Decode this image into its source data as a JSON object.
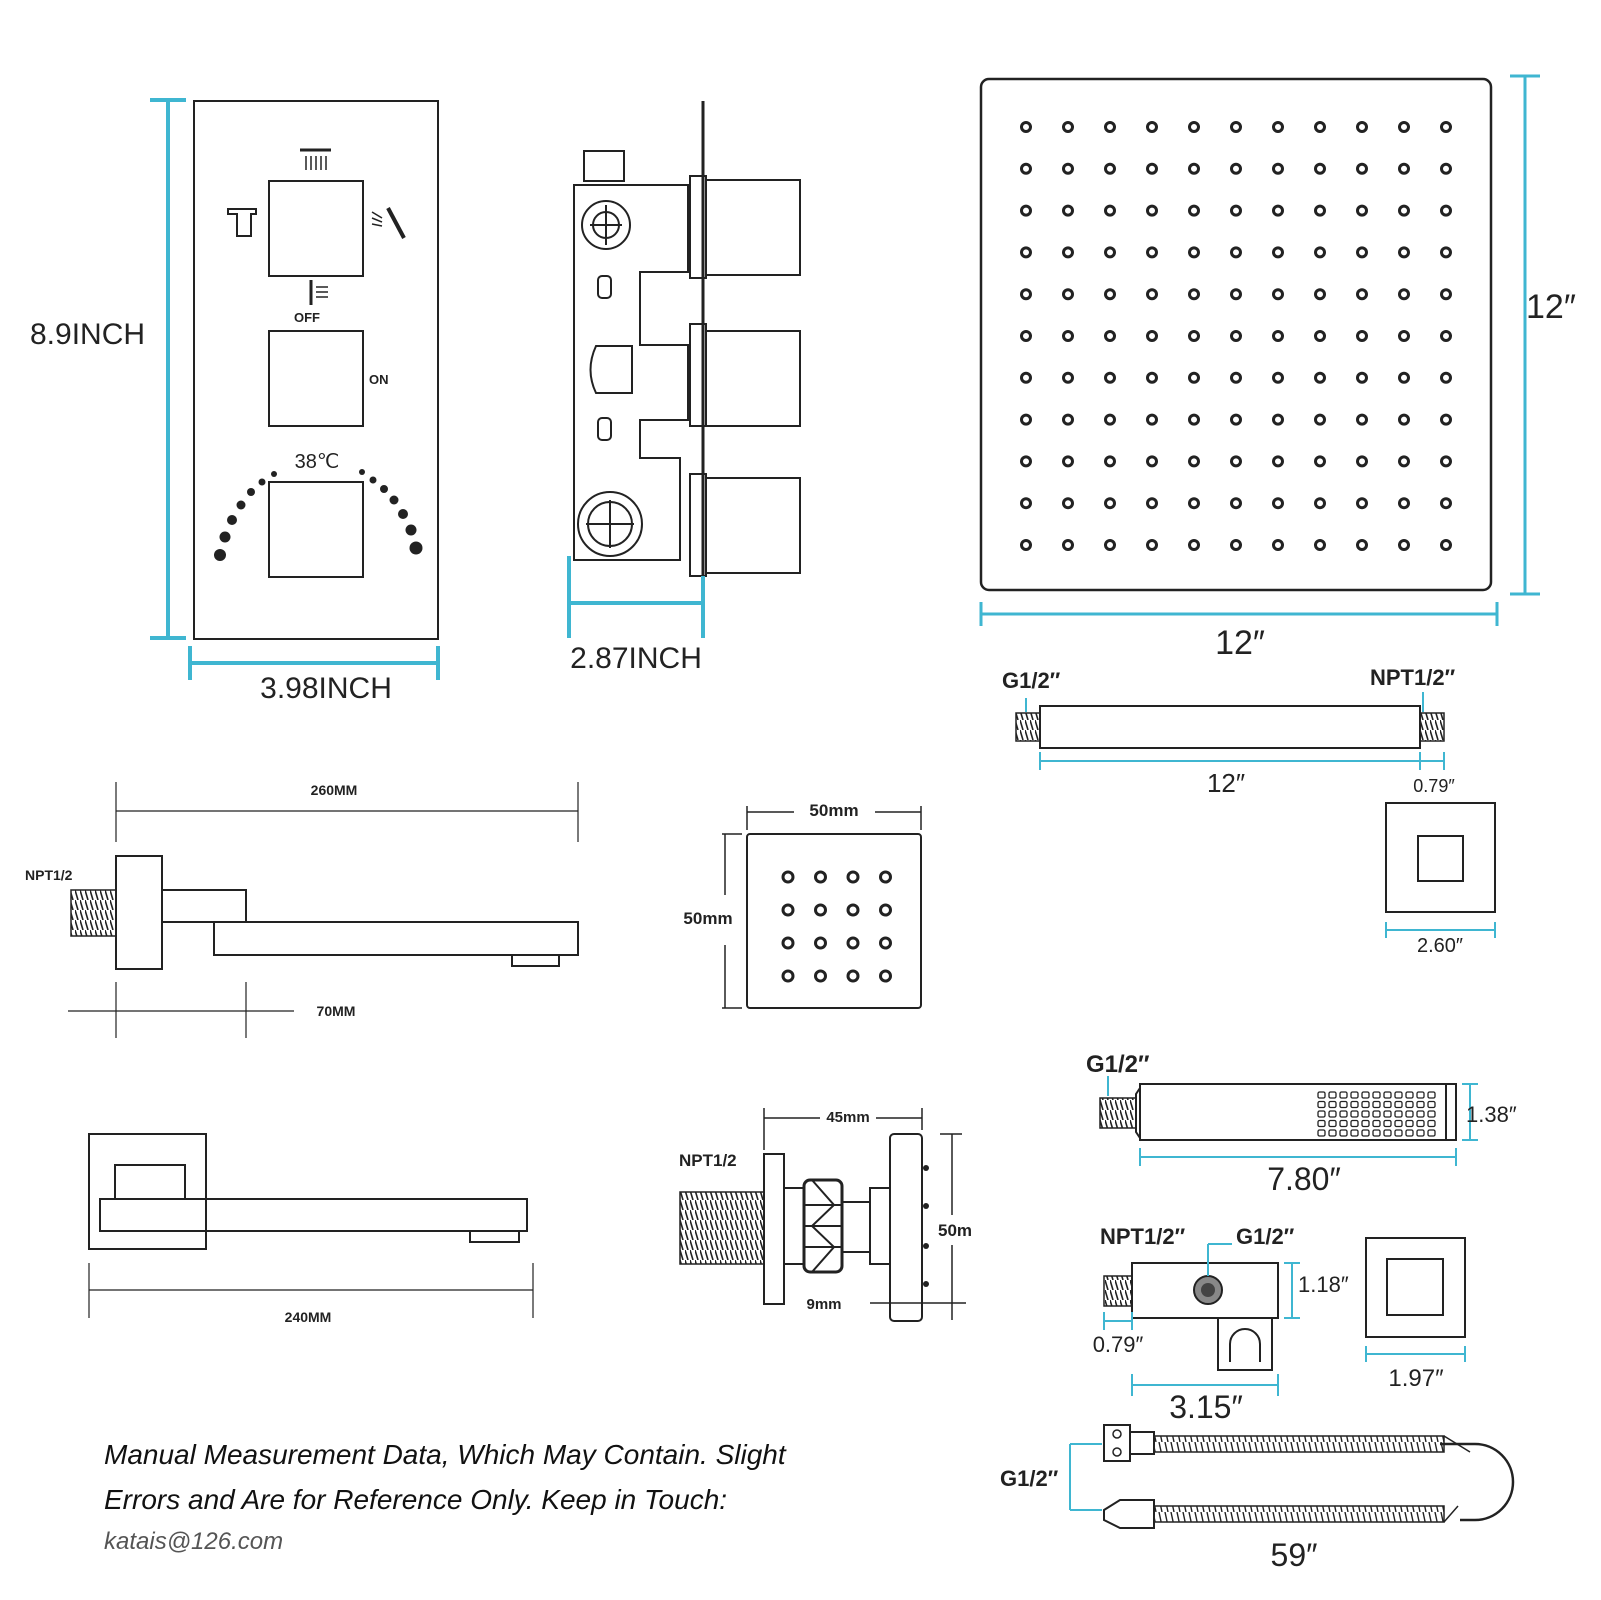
{
  "labels": {
    "valve_height": "8.9INCH",
    "valve_width": "3.98INCH",
    "valve_depth": "2.87INCH",
    "temp": "38℃",
    "off": "OFF",
    "on": "ON",
    "head_height": "12″",
    "head_width": "12″",
    "arm_left": "G1/2″",
    "arm_right": "NPT1/2″",
    "arm_length": "12″",
    "arm_thread": "0.79″",
    "flange_width": "2.60″",
    "spout_length": "260MM",
    "spout_npt": "NPT1/2",
    "spout_70": "70MM",
    "jet_width": "50mm",
    "jet_height": "50mm",
    "spout2_length": "240MM",
    "jet_side_npt": "NPT1/2",
    "jet_side_45": "45mm",
    "jet_side_50": "50m",
    "jet_side_9": "9mm",
    "hand_g": "G1/2″",
    "hand_height": "1.38″",
    "hand_length": "7.80″",
    "holder_npt": "NPT1/2″",
    "holder_g": "G1/2″",
    "holder_height": "1.18″",
    "holder_thread": "0.79″",
    "holder_width": "3.15″",
    "holder_flange": "1.97″",
    "hose_g": "G1/2″",
    "hose_length": "59″"
  },
  "note": {
    "line1": "Manual Measurement Data, Which May Contain. Slight",
    "line2": "Errors and Are for Reference Only. Keep in Touch:",
    "email": "katais@126.com"
  },
  "colors": {
    "dimension": "#3fb6d1",
    "line": "#222222"
  }
}
